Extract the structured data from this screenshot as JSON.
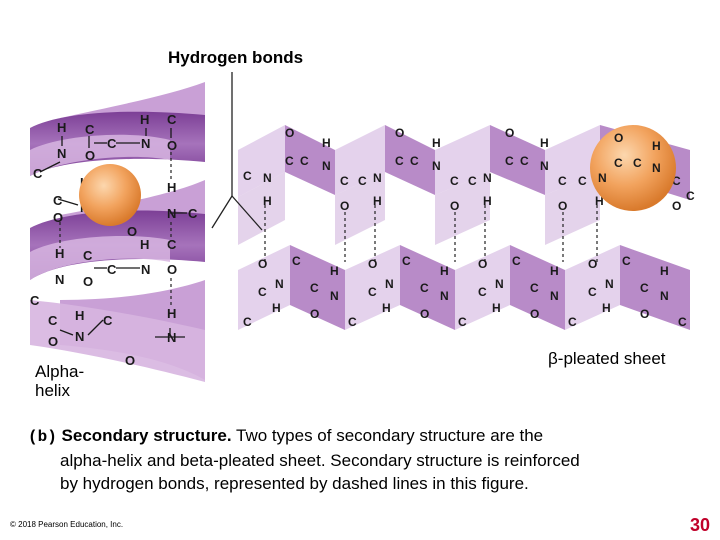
{
  "labels": {
    "hydrogen_bonds": "Hydrogen bonds",
    "alpha_helix_line1": "Alpha-",
    "alpha_helix_line2": "helix",
    "beta_sheet": "β-pleated sheet"
  },
  "caption": {
    "prefix": "(b)",
    "heading": "Secondary structure.",
    "line1_rest": "Two types of secondary structure are the",
    "line2": "alpha-helix and beta-pleated sheet. Secondary structure is reinforced",
    "line3": "by hydrogen bonds, represented by dashed lines in this figure."
  },
  "footer": {
    "copyright": "© 2018 Pearson Education, Inc.",
    "page_number": "30"
  },
  "colors": {
    "helix_purple": "#8f55a8",
    "helix_light": "#d7b5e0",
    "sheet_light": "#dcc6e6",
    "sheet_dark": "#b88bc8",
    "r_group_orange": "#f2a35e",
    "page_number": "#c0002a"
  },
  "atoms": {
    "H": "H",
    "C": "C",
    "N": "N",
    "O": "O"
  }
}
